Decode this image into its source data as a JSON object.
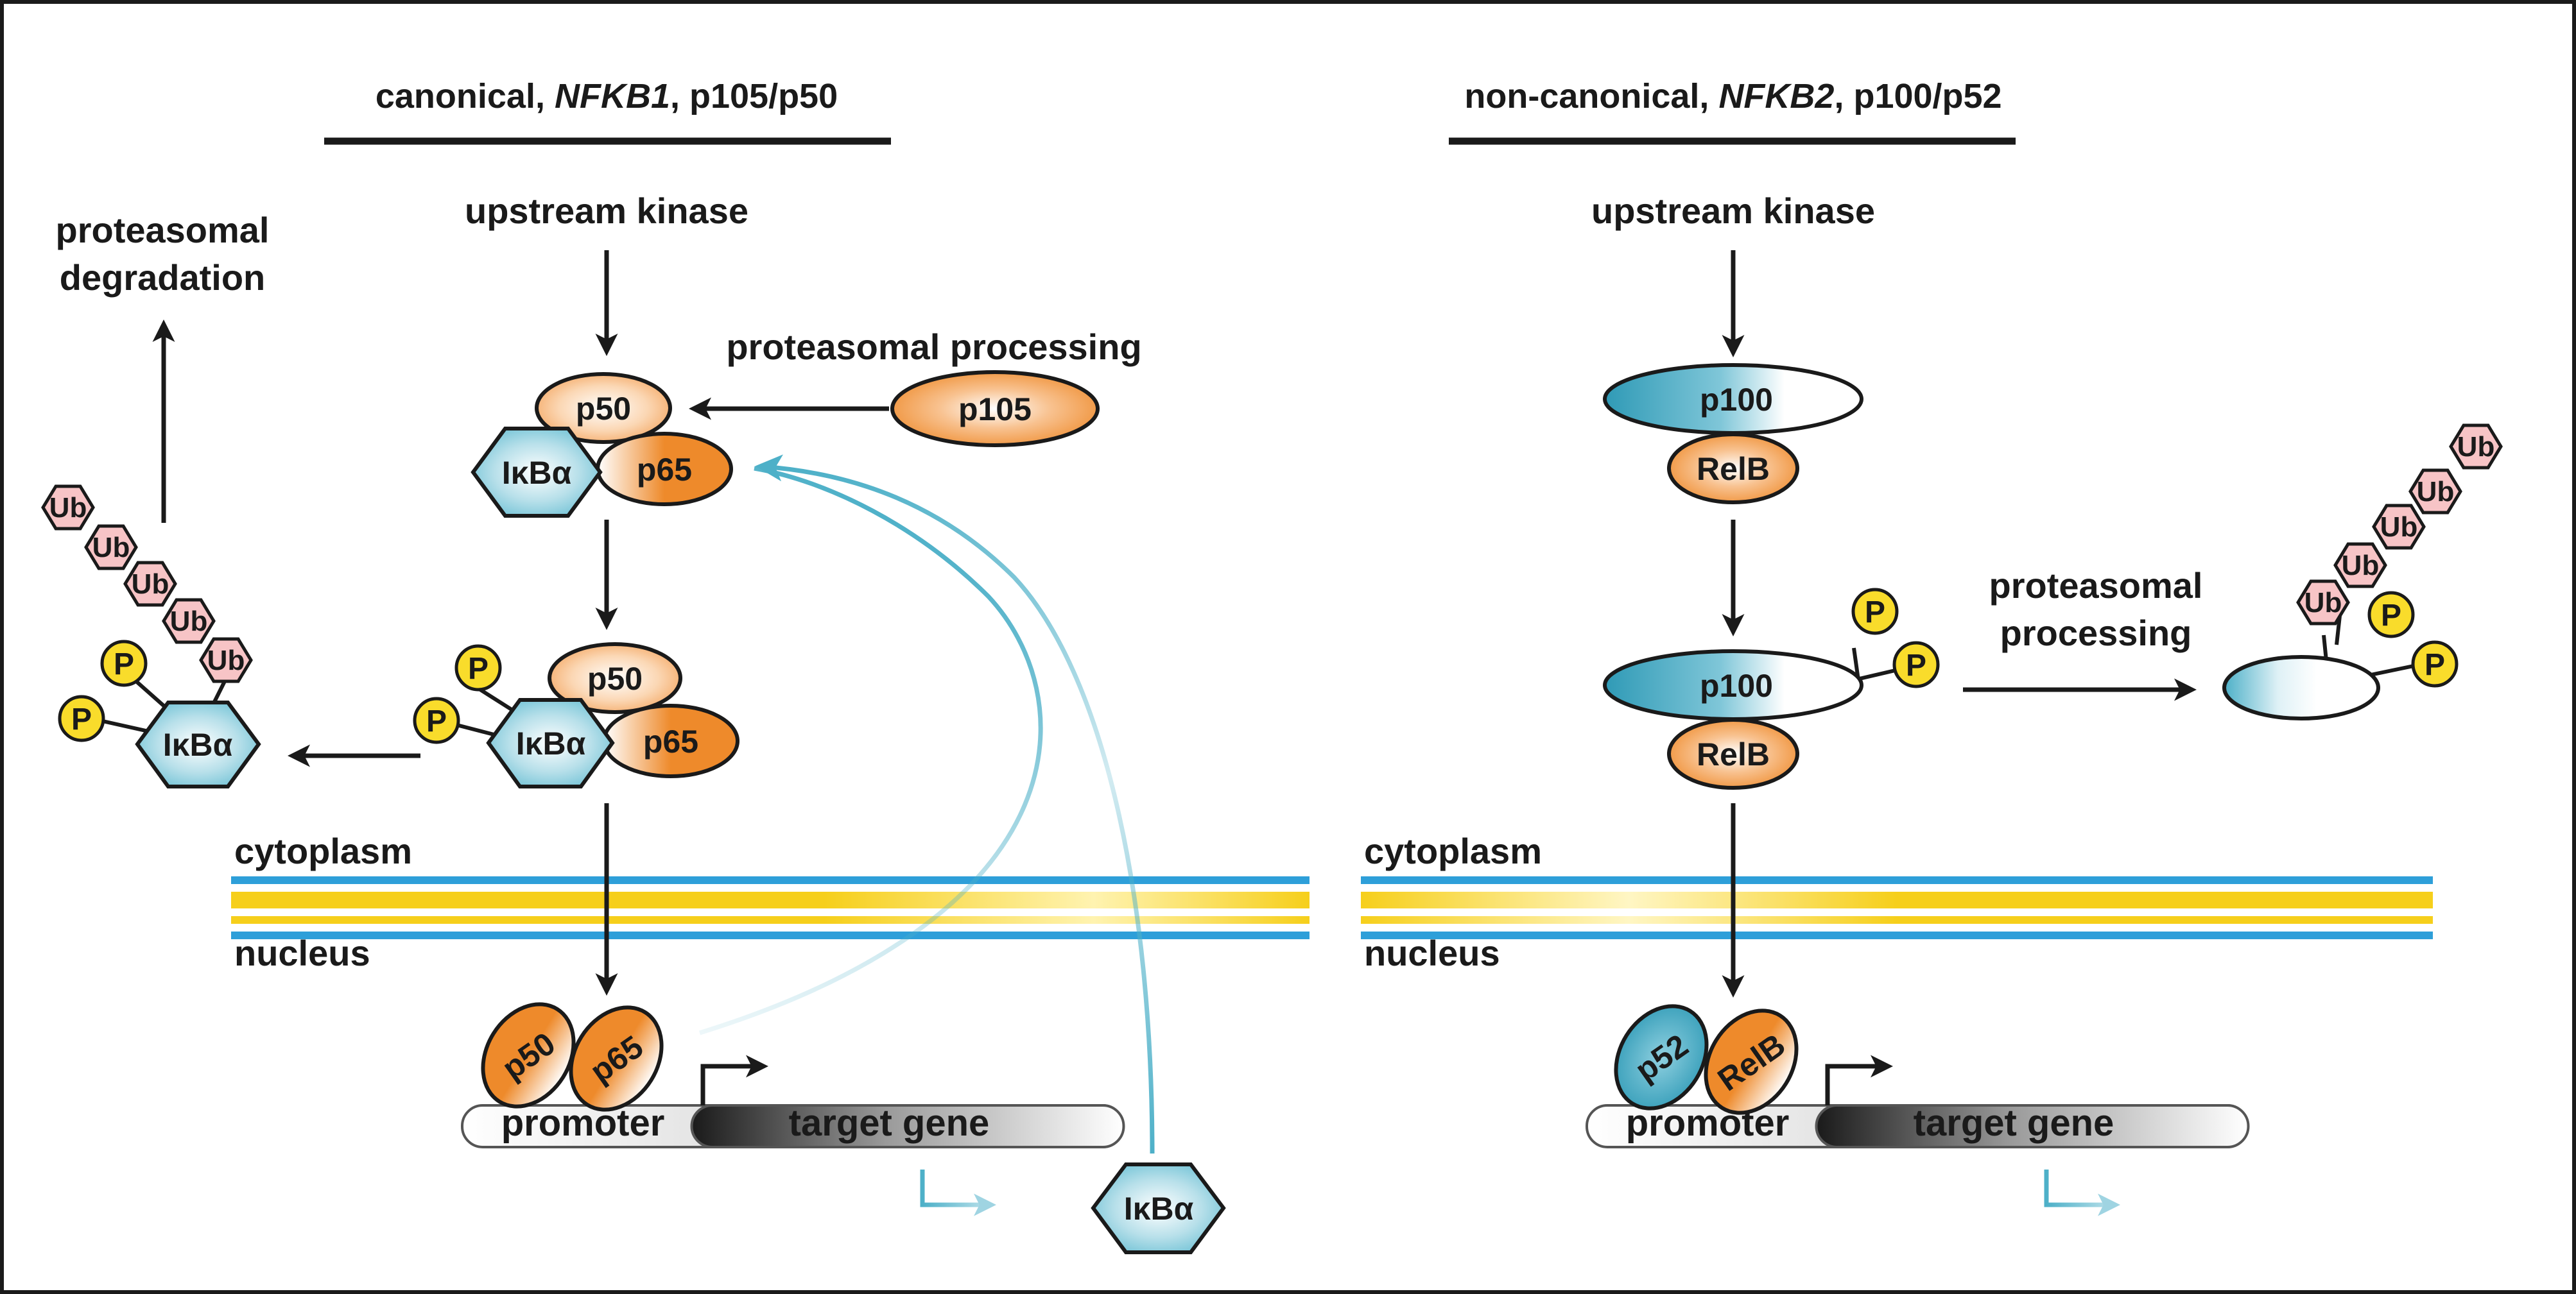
{
  "canonical": {
    "heading_pre": "canonical, ",
    "heading_gene": "NFKB1",
    "heading_post": ", p105/p50",
    "upstream": "upstream kinase",
    "processing": "proteasomal processing",
    "degradation_line1": "proteasomal",
    "degradation_line2": "degradation",
    "p50": "p50",
    "p65": "p65",
    "p105": "p105",
    "ikba": "IκBα",
    "ub": "Ub",
    "p": "P",
    "cytoplasm": "cytoplasm",
    "nucleus": "nucleus",
    "promoter": "promoter",
    "target_gene": "target gene"
  },
  "noncanonical": {
    "heading_pre": "non-canonical, ",
    "heading_gene": "NFKB2",
    "heading_post": ", p100/p52",
    "upstream": "upstream kinase",
    "processing_line1": "proteasomal",
    "processing_line2": "processing",
    "p100": "p100",
    "relb": "RelB",
    "p52": "p52",
    "ub": "Ub",
    "p": "P",
    "cytoplasm": "cytoplasm",
    "nucleus": "nucleus",
    "promoter": "promoter",
    "target_gene": "target gene"
  },
  "colors": {
    "orange": "#ee8a2b",
    "teal": "#4db0c8",
    "ub_pink": "#f7c4c6",
    "phospho_yellow": "#f9dc2b",
    "membrane_blue": "#2e9fd9",
    "membrane_yellow": "#f6cf1b"
  }
}
